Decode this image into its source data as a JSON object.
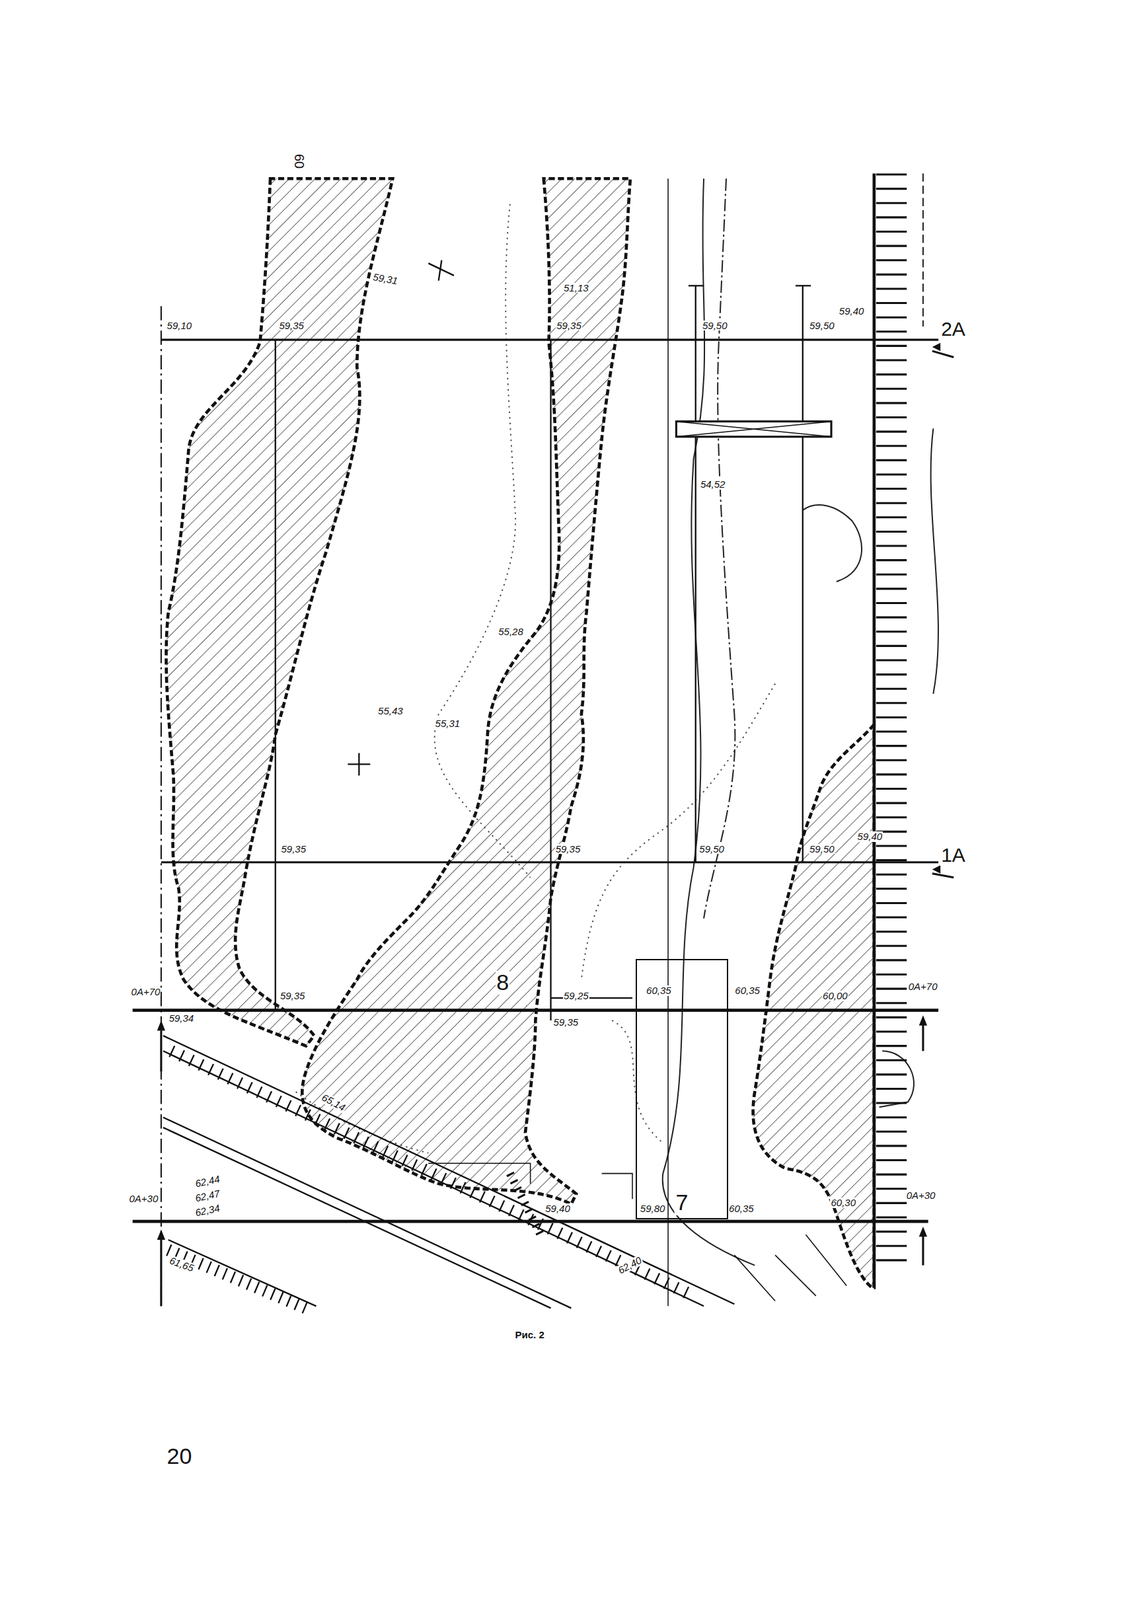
{
  "diagram": {
    "caption": "Рис. 2",
    "nodes": [
      {
        "text": [
          "7"
        ]
      }
    ],
    "labels": [
      "60",
      "59,31",
      "51,13",
      "59,10",
      "59,35",
      "59,35",
      "59,50",
      "59,50",
      "59,40",
      "2А",
      "54,52",
      "55,28",
      "55,43",
      "55,31",
      "59,35",
      "59,35",
      "59,50",
      "59,50",
      "59,40",
      "1А",
      "8",
      "0А+70",
      "59,35",
      "59,25",
      "60,35",
      "60,35",
      "60,00",
      "0А+70",
      "59,34",
      "59,35",
      "65,14",
      "0А+30",
      "62,44",
      "62,47",
      "62,34",
      "61,65",
      "59,40",
      "59,80",
      "60,35",
      "60,30",
      "0А+30",
      "62,40",
      "20"
    ]
  }
}
